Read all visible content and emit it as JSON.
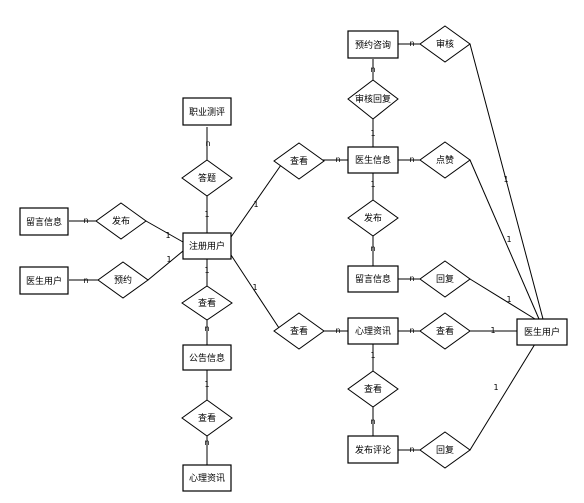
{
  "entities": {
    "zhiye_ceping": "职业测评",
    "liuyan_left": "留言信息",
    "yisheng_left": "医生用户",
    "zhuce_yonghu": "注册用户",
    "gonggao": "公告信息",
    "xinli_left": "心理资讯",
    "yuyue_zixun": "预约咨询",
    "yisheng_xinxi": "医生信息",
    "liuyan_right": "留言信息",
    "xinli_mid": "心理资讯",
    "fabu_pinglun": "发布评论",
    "yisheng_right": "医生用户"
  },
  "relations": {
    "dati": "答题",
    "fabu_left": "发布",
    "yuyue": "预约",
    "chakan_gonggao": "查看",
    "chakan_xinli_left": "查看",
    "chakan_yisheng": "查看",
    "chakan_zixun": "查看",
    "shenhe": "审核",
    "shenhe_huifu": "审核回复",
    "dianzan": "点赞",
    "fabu_right": "发布",
    "huifu_liuyan": "回复",
    "chakan_right": "查看",
    "chakan_mid": "查看",
    "huifu_pinglun": "回复"
  },
  "cardinalities": {
    "one": "1",
    "many": "n"
  }
}
